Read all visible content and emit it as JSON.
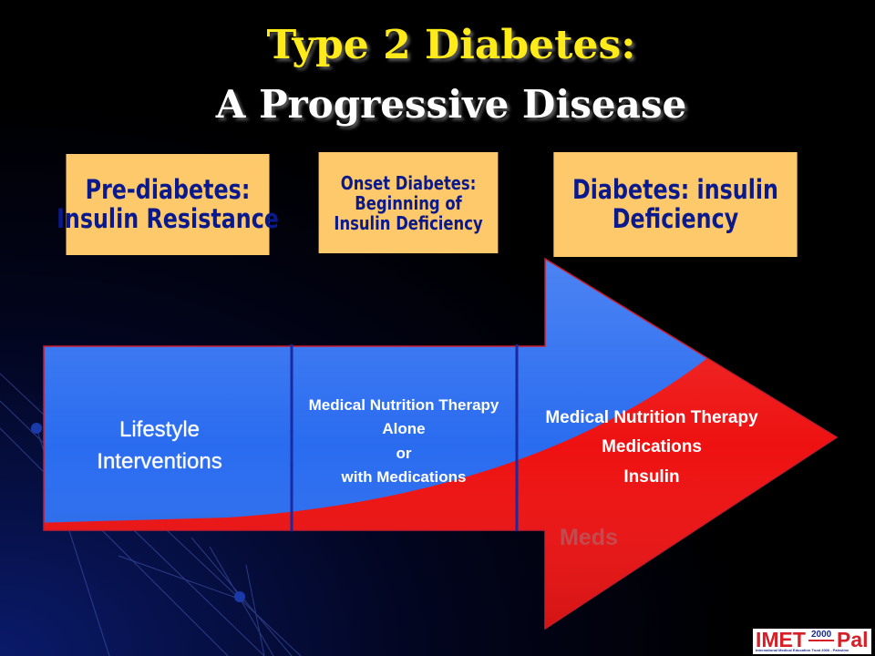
{
  "title": {
    "line1": "Type 2 Diabetes:",
    "line2": "A Progressive Disease"
  },
  "stages": [
    {
      "lines": [
        "Pre-diabetes:",
        "Insulin Resistance"
      ]
    },
    {
      "lines": [
        "Onset Diabetes:",
        "Beginning of",
        "Insulin Deficiency"
      ]
    },
    {
      "lines": [
        "Diabetes: insulin",
        "Deficiency"
      ]
    }
  ],
  "phases": [
    {
      "lines": [
        "Lifestyle",
        "Interventions"
      ]
    },
    {
      "lines": [
        "Medical Nutrition Therapy",
        "Alone",
        "or",
        "with Medications"
      ]
    },
    {
      "lines": [
        "Medical Nutrition Therapy",
        "Medications",
        "Insulin"
      ]
    }
  ],
  "meds_label": "Meds",
  "logo": {
    "left": "IMET",
    "year": "2000",
    "right": "Pal",
    "tagline": "International Medical Education Trust 2000 - Palestine"
  },
  "colors": {
    "title_yellow": "#ffeb1a",
    "box_fill": "#fdc96a",
    "box_text": "#0a1a8c",
    "arrow_blue": "#2a6cf0",
    "arrow_red": "#ee1111",
    "divider": "#1a2aa0"
  }
}
